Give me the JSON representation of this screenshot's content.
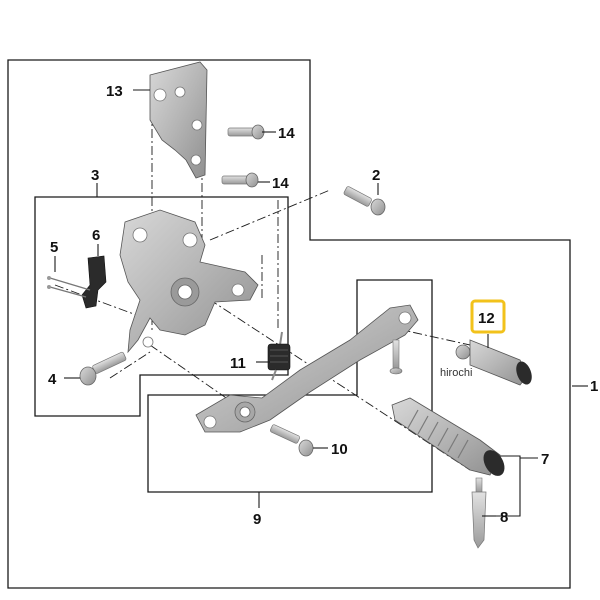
{
  "labels": {
    "l1": "1",
    "l2": "2",
    "l3": "3",
    "l4": "4",
    "l5": "5",
    "l6": "6",
    "l7": "7",
    "l8": "8",
    "l9": "9",
    "l10": "10",
    "l11": "11",
    "l12": "12",
    "l13": "13",
    "l14a": "14",
    "l14b": "14"
  },
  "watermark": "hirochi",
  "highlight_color": "#f2c21b",
  "part_color": "#b9b9b9",
  "dark_part_color": "#2b2b2b"
}
